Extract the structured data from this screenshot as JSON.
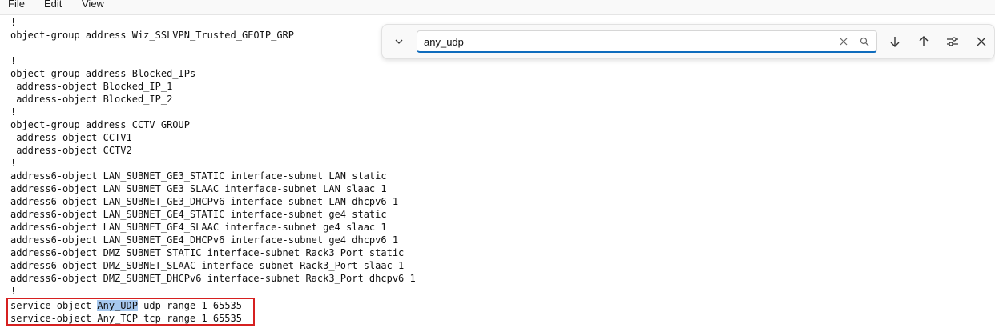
{
  "menu": {
    "file": "File",
    "edit": "Edit",
    "view": "View"
  },
  "find": {
    "query": "any_udp",
    "icons": {
      "toggle": "chevron-down-icon",
      "clear": "close-icon",
      "search": "search-icon",
      "next": "arrow-down-icon",
      "previous": "arrow-up-icon",
      "options": "options-sliders-icon",
      "close": "close-icon"
    }
  },
  "editor": {
    "lines": [
      "!",
      "object-group address Wiz_SSLVPN_Trusted_GEOIP_GRP",
      "",
      "!",
      "object-group address Blocked_IPs",
      " address-object Blocked_IP_1",
      " address-object Blocked_IP_2",
      "!",
      "object-group address CCTV_GROUP",
      " address-object CCTV1",
      " address-object CCTV2",
      "!",
      "address6-object LAN_SUBNET_GE3_STATIC interface-subnet LAN static",
      "address6-object LAN_SUBNET_GE3_SLAAC interface-subnet LAN slaac 1",
      "address6-object LAN_SUBNET_GE3_DHCPv6 interface-subnet LAN dhcpv6 1",
      "address6-object LAN_SUBNET_GE4_STATIC interface-subnet ge4 static",
      "address6-object LAN_SUBNET_GE4_SLAAC interface-subnet ge4 slaac 1",
      "address6-object LAN_SUBNET_GE4_DHCPv6 interface-subnet ge4 dhcpv6 1",
      "address6-object DMZ_SUBNET_STATIC interface-subnet Rack3_Port static",
      "address6-object DMZ_SUBNET_SLAAC interface-subnet Rack3_Port slaac 1",
      "address6-object DMZ_SUBNET_DHCPv6 interface-subnet Rack3_Port dhcpv6 1",
      "!"
    ],
    "match_line": {
      "prefix": "service-object ",
      "match": "Any_UDP",
      "suffix": " udp range 1 65535"
    },
    "next_line": "service-object Any_TCP tcp range 1 65535"
  },
  "colors": {
    "match_highlight": "#a6c8ee",
    "annotation_box": "#d62020",
    "accent": "#0f6cbd"
  }
}
